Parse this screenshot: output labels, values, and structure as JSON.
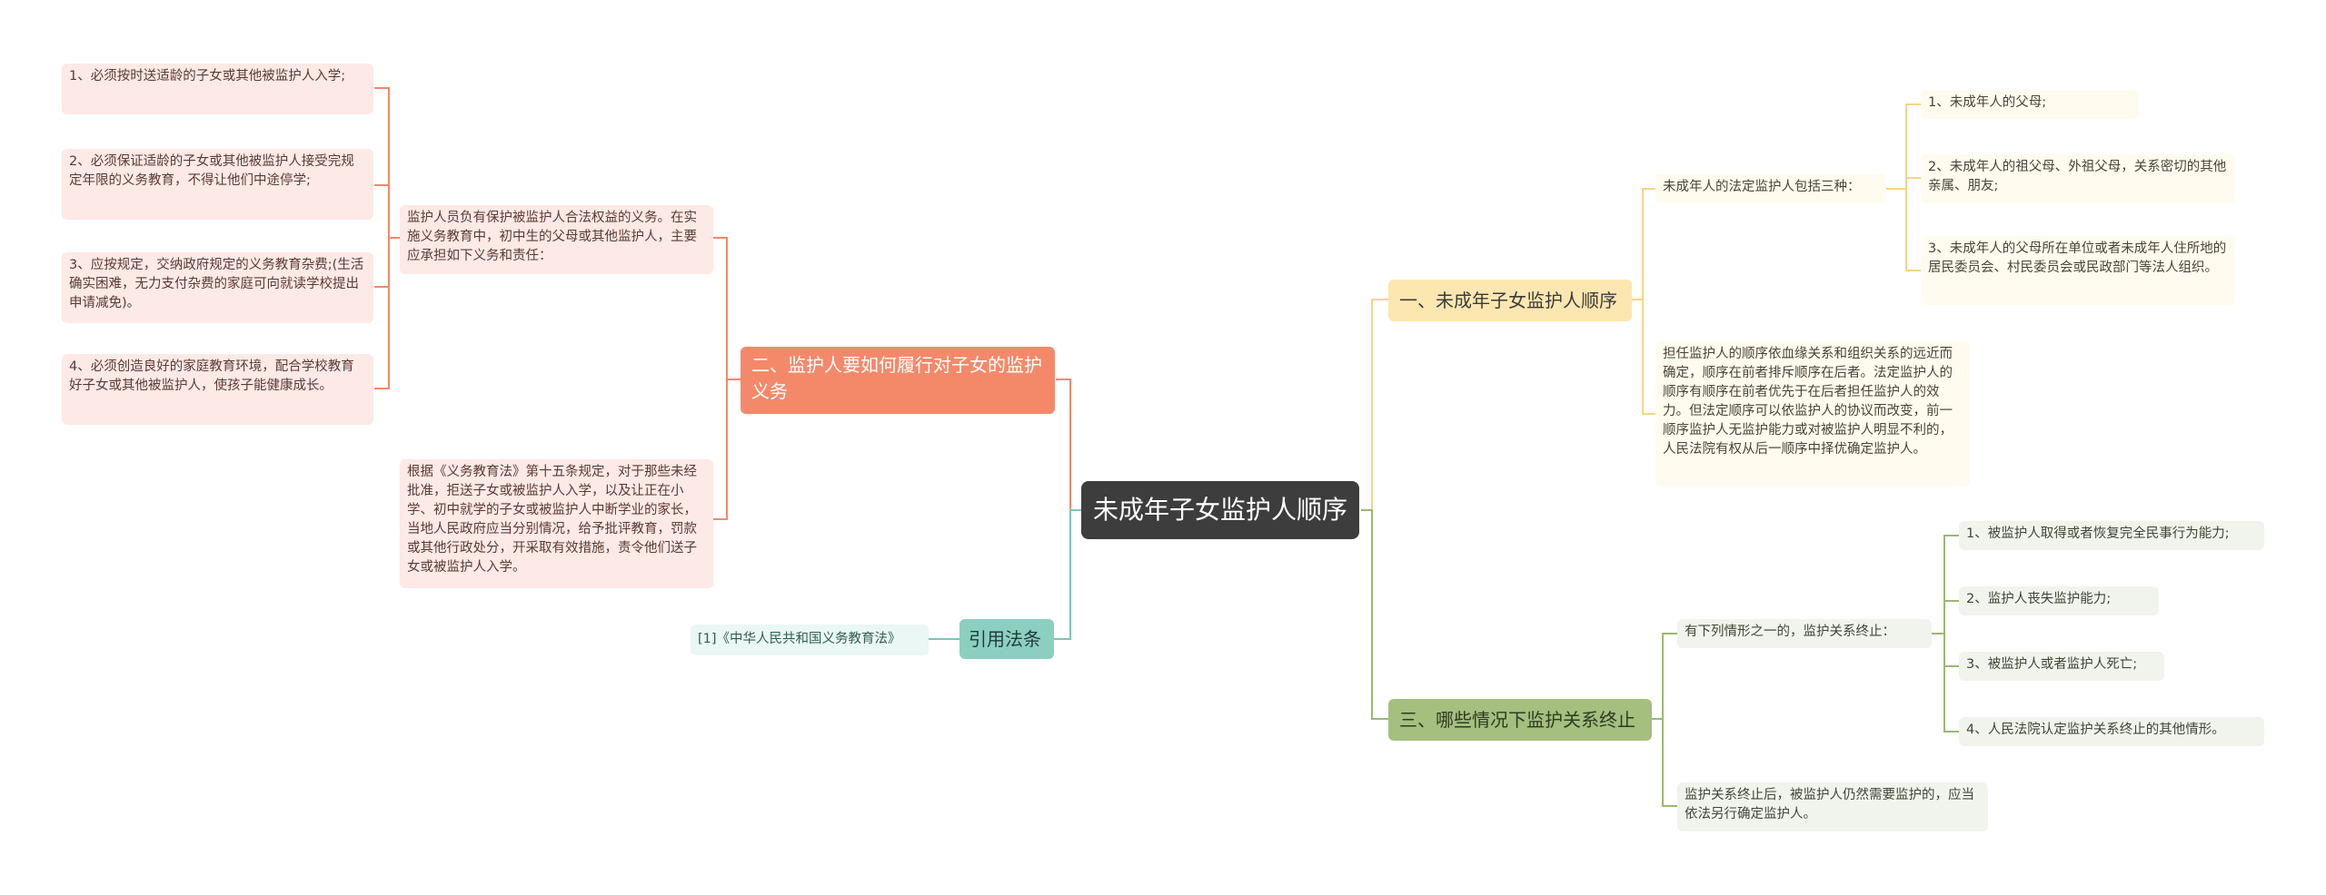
{
  "root": {
    "label": "未成年子女监护人顺序"
  },
  "colors": {
    "red": "#f4896a",
    "yellow": "#f5d587",
    "green": "#9ab874",
    "teal": "#7cc6b6",
    "root": "#3d3d3d"
  },
  "branches": {
    "obligations": {
      "label": "二、监护人要如何履行对子女的监护义务",
      "duty_note": "监护人员负有保护被监护人合法权益的义务。在实施义务教育中，初中生的父母或其他监护人，主要应承担如下义务和责任：",
      "duties": [
        "1、必须按时送适龄的子女或其他被监护人入学;",
        "2、必须保证适龄的子女或其他被监护人接受完规定年限的义务教育，不得让他们中途停学;",
        "3、应按规定，交纳政府规定的义务教育杂费;(生活确实困难，无力支付杂费的家庭可向就读学校提出申请减免)。",
        "4、必须创造良好的家庭教育环境，配合学校教育好子女或其他被监护人，使孩子能健康成长。"
      ],
      "law_note": "根据《义务教育法》第十五条规定，对于那些未经批准，拒送子女或被监护人入学，以及让正在小学、初中就学的子女或被监护人中断学业的家长，当地人民政府应当分别情况，给予批评教育，罚款或其他行政处分，开采取有效措施，责令他们送子女或被监护人入学。"
    },
    "citation": {
      "label": "引用法条",
      "item": "[1]《中华人民共和国义务教育法》"
    },
    "order": {
      "label": "一、未成年子女监护人顺序",
      "statutory_label": "未成年人的法定监护人包括三种：",
      "statutory": [
        "1、未成年人的父母;",
        "2、未成年人的祖父母、外祖父母，关系密切的其他亲属、朋友;",
        "3、未成年人的父母所在单位或者未成年人住所地的居民委员会、村民委员会或民政部门等法人组织。"
      ],
      "order_note": "担任监护人的顺序依血缘关系和组织关系的远近而确定，顺序在前者排斥顺序在后者。法定监护人的顺序有顺序在前者优先于在后者担任监护人的效力。但法定顺序可以依监护人的协议而改变，前一顺序监护人无监护能力或对被监护人明显不利的，人民法院有权从后一顺序中择优确定监护人。"
    },
    "termination": {
      "label": "三、哪些情况下监护关系终止",
      "cases_label": "有下列情形之一的，监护关系终止：",
      "cases": [
        "1、被监护人取得或者恢复完全民事行为能力;",
        "2、监护人丧失监护能力;",
        "3、被监护人或者监护人死亡;",
        "4、人民法院认定监护关系终止的其他情形。"
      ],
      "after_note": "监护关系终止后，被监护人仍然需要监护的，应当依法另行确定监护人。"
    }
  }
}
